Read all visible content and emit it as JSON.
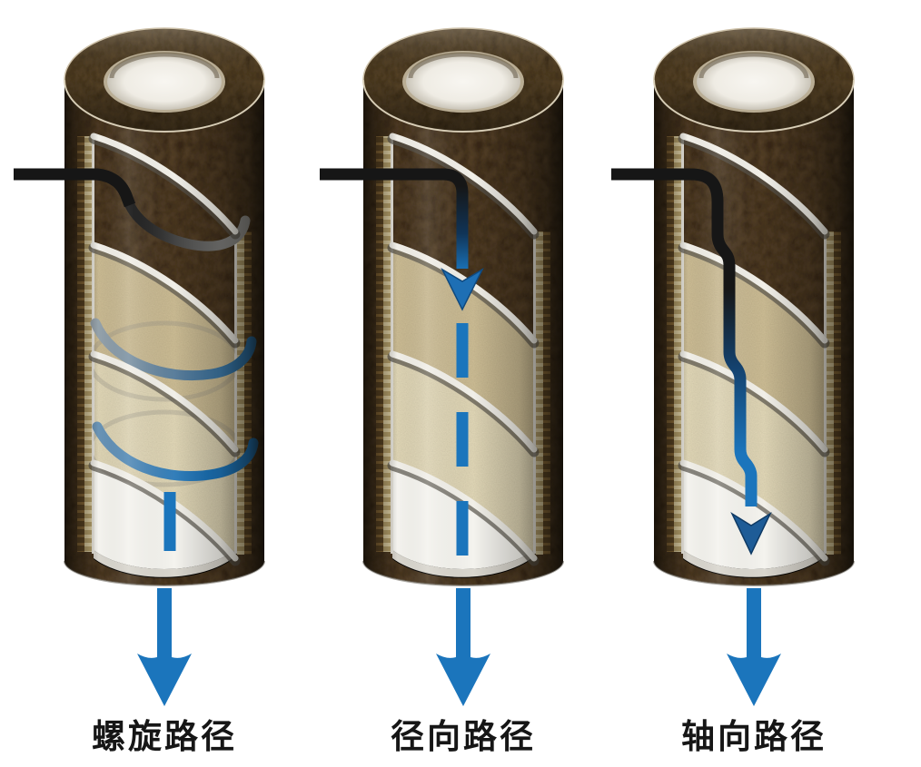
{
  "diagram": {
    "figures": [
      {
        "id": "spiral",
        "label": "螺旋路径"
      },
      {
        "id": "radial",
        "label": "径向路径"
      },
      {
        "id": "axial",
        "label": "轴向路径"
      }
    ],
    "colors": {
      "flow_blue": "#1b75bc",
      "flow_blue_dark": "#1e5c97",
      "inlet_line_black": "#161616",
      "shell_brown_dark": "#3a2d18",
      "flight_tan": "#cfbf98",
      "flight_tan_light": "#e4dabb",
      "bore_white": "#f4f3ee",
      "label_text": "#161616",
      "background": "#ffffff"
    }
  }
}
